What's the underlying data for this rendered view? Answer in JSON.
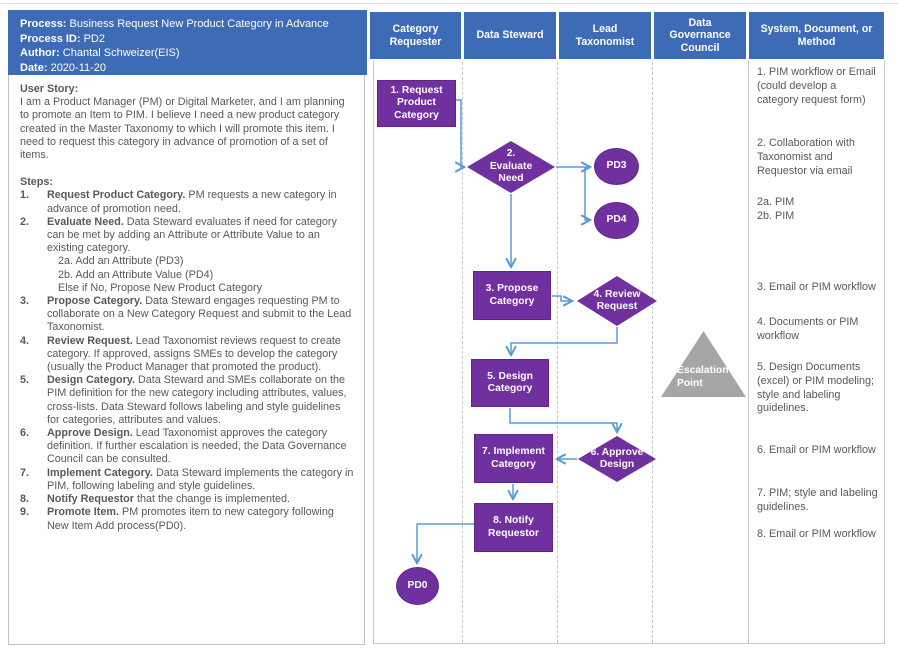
{
  "process_header": {
    "process_label": "Process:",
    "process_value": " Business Request New Product Category in Advance",
    "id_label": "Process ID:",
    "id_value": " PD2",
    "author_label": "Author:",
    "author_value": " Chantal Schweizer(EIS)",
    "date_label": "Date:",
    "date_value": " 2020-11-20"
  },
  "user_story": {
    "heading": "User Story:",
    "body": "I am a Product  Manager (PM) or Digital Marketer, and I am planning to promote an Item to PIM. I believe I need a new product category created in the Master Taxonomy to which I will promote this item. I need to request this category in advance of promotion of a set of items."
  },
  "steps_heading": "Steps:",
  "steps": [
    {
      "num": "1.",
      "bold": "Request Product Category.",
      "rest": " PM requests a new category in advance of promotion need."
    },
    {
      "num": "2.",
      "bold": "Evaluate Need.",
      "rest": " Data Steward evaluates if need for category can be met by adding an Attribute or Attribute Value to an existing category.",
      "sub": [
        "2a. Add an Attribute (PD3)",
        "2b. Add an Attribute Value (PD4)",
        "Else if No, Propose New Product Category"
      ]
    },
    {
      "num": "3.",
      "bold": "Propose Category.",
      "rest": " Data Steward engages requesting PM to collaborate on a New Category Request and submit to the Lead Taxonomist."
    },
    {
      "num": "4.",
      "bold": "Review Request.",
      "rest": " Lead Taxonomist reviews request to create category. If approved, assigns SMEs to develop the category (usually the Product Manager that promoted the product)."
    },
    {
      "num": "5.",
      "bold": "Design Category.",
      "rest": " Data Steward and SMEs collaborate on the PIM definition for the new category including attributes, values, cross-lists. Data Steward follows labeling and style guidelines for categories, attributes and values."
    },
    {
      "num": "6.",
      "bold": "Approve Design.",
      "rest": " Lead Taxonomist approves the category definition. If further escalation is needed, the Data Governance Council can be consulted."
    },
    {
      "num": "7.",
      "bold": "Implement Category.",
      "rest": " Data Steward implements the category in PIM, following labeling and style guidelines."
    },
    {
      "num": "8.",
      "bold": "Notify Requestor",
      "rest": " that the change is implemented."
    },
    {
      "num": "9.",
      "bold": "Promote Item.",
      "rest": " PM promotes item to new category following New Item Add process(PD0)."
    }
  ],
  "lanes": [
    {
      "label": "Category Requester"
    },
    {
      "label": "Data Steward"
    },
    {
      "label": "Lead Taxonomist"
    },
    {
      "label": "Data Governance Council"
    },
    {
      "label": "System, Document, or Method"
    }
  ],
  "nodes": {
    "step1": "1. Request\nProduct Category",
    "step2": "2.\nEvaluate\nNeed",
    "pd3": "PD3",
    "pd4": "PD4",
    "step3": "3. Propose\nCategory",
    "step4": "4. Review\nRequest",
    "step5": "5. Design\nCategory",
    "step6": "6. Approve\nDesign",
    "step7": "7. Implement\nCategory",
    "step8": "8. Notify\nRequestor",
    "pd0": "PD0",
    "escalation": "Escalation\nPoint"
  },
  "system_notes": {
    "n1": "1. PIM workflow or Email (could develop a category request form)",
    "n2": "2. Collaboration with Taxonomist and Requestor via email",
    "n2a": "2a. PIM",
    "n2b": "2b. PIM",
    "n3": "3. Email or PIM workflow",
    "n4": "4. Documents or PIM workflow",
    "n5": "5. Design Documents (excel) or PIM modeling; style and labeling guidelines.",
    "n6": "6. Email or PIM workflow",
    "n7": "7. PIM; style and labeling guidelines.",
    "n8": "8. Email or PIM workflow"
  },
  "colors": {
    "header_blue": "#3d6bb5",
    "shape_purple": "#7030a0",
    "arrow_blue": "#5b9bd5",
    "triangle_gray": "#a6a6a6",
    "text_gray": "#595959"
  }
}
